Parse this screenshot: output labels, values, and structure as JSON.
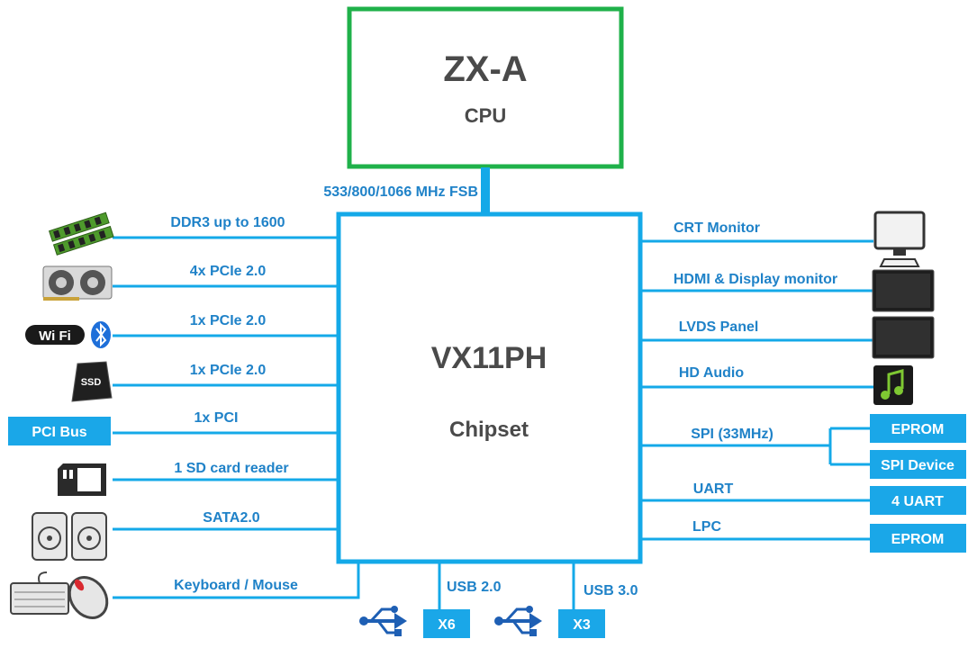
{
  "cpu": {
    "name": "ZX-A",
    "type": "CPU"
  },
  "chipset": {
    "name": "VX11PH",
    "type": "Chipset"
  },
  "fsb_label": "533/800/1066 MHz FSB",
  "left": [
    {
      "label": "DDR3 up to 1600",
      "icon": "memory-modules-icon"
    },
    {
      "label": "4x  PCIe 2.0",
      "icon": "graphics-card-icon"
    },
    {
      "label": "1x  PCIe 2.0",
      "icon": "wifi-bluetooth-icon",
      "icon_text": "Wi Fi"
    },
    {
      "label": "1x  PCIe 2.0",
      "icon": "ssd-icon",
      "icon_text": "SSD"
    },
    {
      "label": "1x  PCI",
      "box": "PCI Bus"
    },
    {
      "label": "1 SD card reader",
      "icon": "sd-card-icon"
    },
    {
      "label": "SATA2.0",
      "icon": "hard-drives-icon"
    },
    {
      "label": "Keyboard / Mouse",
      "icon": "keyboard-mouse-icon"
    }
  ],
  "right": [
    {
      "label": "CRT Monitor",
      "icon": "crt-monitor-icon"
    },
    {
      "label": "HDMI & Display monitor",
      "icon": "display-monitor-icon"
    },
    {
      "label": "LVDS Panel",
      "icon": "lvds-panel-icon"
    },
    {
      "label": "HD Audio",
      "icon": "music-note-icon"
    },
    {
      "label": "SPI (33MHz)",
      "boxes": [
        "EPROM",
        "SPI Device"
      ]
    },
    {
      "label": "UART",
      "box": "4 UART"
    },
    {
      "label": "LPC",
      "box": "EPROM"
    }
  ],
  "bottom": [
    {
      "label": "USB 2.0",
      "box": "X6",
      "icon": "usb-icon"
    },
    {
      "label": "USB 3.0",
      "box": "X3",
      "icon": "usb-icon"
    }
  ],
  "colors": {
    "accent": "#14a9e8",
    "label": "#1f82c8",
    "cpu_border": "#1fb14a",
    "box_fill": "#1aa7e8",
    "title": "#4a4a4a"
  }
}
